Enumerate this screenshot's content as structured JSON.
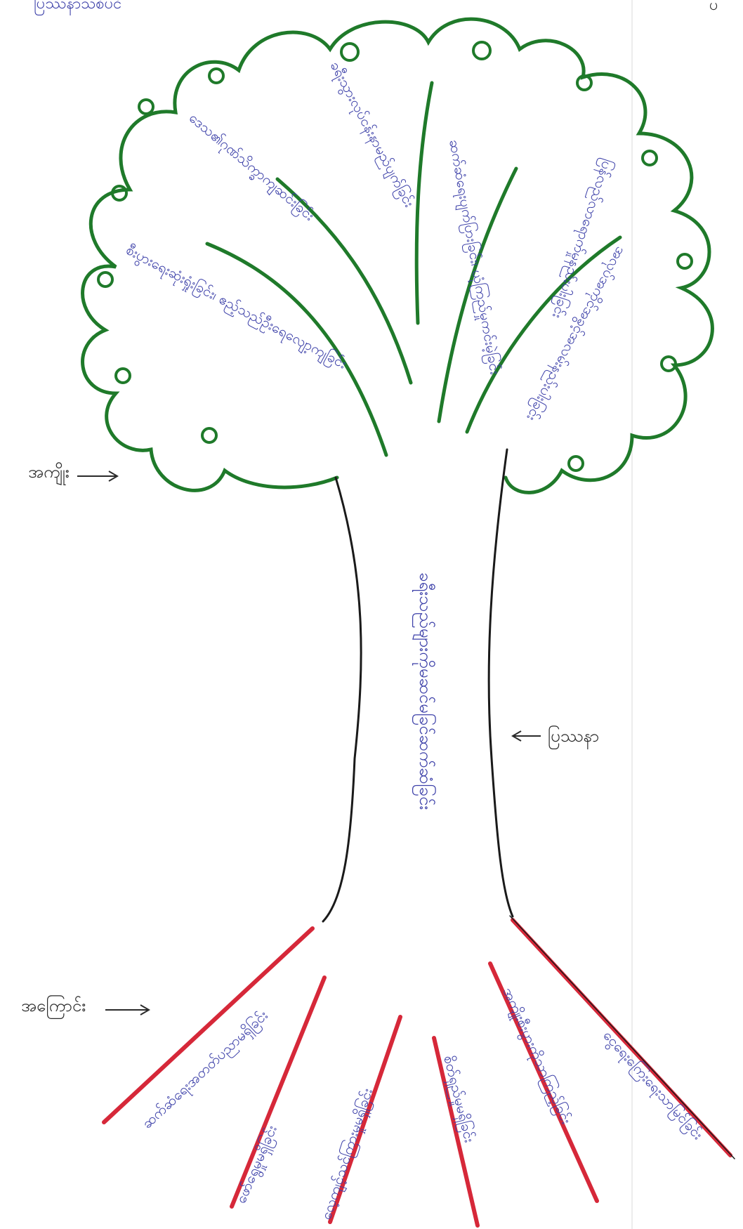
{
  "header": {
    "title": "ပြဿနာသစ်ပင်",
    "corner_mark": "ပ"
  },
  "labels": {
    "effects": "အကျိုး",
    "problem": "ပြဿနာ",
    "causes": "အကြောင်း"
  },
  "trunk": {
    "text": "ခရီးသည်များကိုမဆင်မခြင်ဆက်ဆံခြင်း"
  },
  "effects": [
    "စီးပွားရေးဆုံးရှုံးခြင်း၊ ဧည့်သည်ဦးရေလျော့ကျခြင်း",
    "ဒေသ၏ဂုဏ်သိက္ခာကျဆင်းခြင်း",
    "ခရီးသွားလုပ်ငန်းနာမည်ပျက်ခြင်း",
    "ဆက်ဆံရေးပျက်ပြားခြင်း၊ ယုံကြည်မှုကင်းမဲ့ခြင်း",
    "ပြန်လည်လာရောက်မှုနည်းပါးခြင်း",
    "အလုပ်အကိုင်အခွင့်အလမ်းနည်းပါးခြင်း"
  ],
  "causes": [
    "ဆက်ဆံရေးအတတ်ပညာမရှိခြင်း",
    "ဖော်ရွေမှုမရှိခြင်း",
    "လေ့ကျင့်သင်ကြားမှုမရှိခြင်း",
    "စိတ်ရှည်မှုမရှိခြင်း",
    "အကျိုးစီးပွားကိုသာကြည့်ခြင်း",
    "ငွေရေးကြေးရေးသာမြင်ခြင်း"
  ],
  "colors": {
    "canopy": "#1f7a2a",
    "trunk": "#1a1a1a",
    "roots": "#d62839",
    "handwriting": "#3b3fa8"
  }
}
